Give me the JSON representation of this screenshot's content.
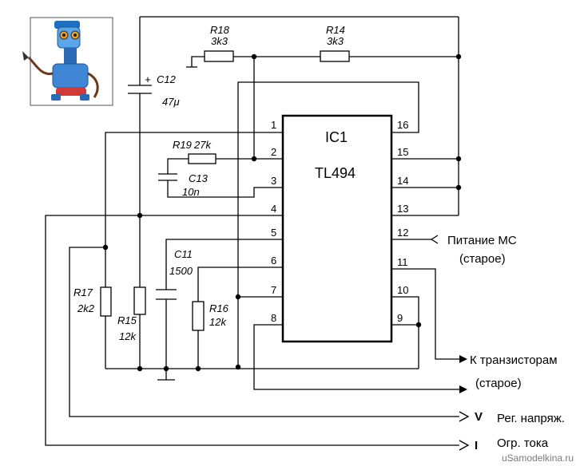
{
  "ic": {
    "name": "IC1",
    "part": "TL494"
  },
  "pins": {
    "p1": "1",
    "p2": "2",
    "p3": "3",
    "p4": "4",
    "p5": "5",
    "p6": "6",
    "p7": "7",
    "p8": "8",
    "p9": "9",
    "p10": "10",
    "p11": "11",
    "p12": "12",
    "p13": "13",
    "p14": "14",
    "p15": "15",
    "p16": "16"
  },
  "components": {
    "r18": {
      "ref": "R18",
      "value": "3k3"
    },
    "r14": {
      "ref": "R14",
      "value": "3k3"
    },
    "c12": {
      "ref": "C12",
      "value": "47μ",
      "polarity": "+"
    },
    "r19": {
      "ref": "R19",
      "value": "27k"
    },
    "c13": {
      "ref": "C13",
      "value": "10n"
    },
    "c11": {
      "ref": "C11",
      "value": "1500"
    },
    "r17": {
      "ref": "R17",
      "value": "2k2"
    },
    "r15": {
      "ref": "R15",
      "value": "12k"
    },
    "r16": {
      "ref": "R16",
      "value": "12k"
    }
  },
  "signals": {
    "power_line1": "Питание МС",
    "power_line2": "(старое)",
    "transistors_line1": "К транзисторам",
    "transistors_line2": "(старое)",
    "v_letter": "V",
    "v_label": "Рег. напряж.",
    "i_letter": "I",
    "i_label": "Огр. тока"
  },
  "watermark": "uSamodelkina.ru"
}
